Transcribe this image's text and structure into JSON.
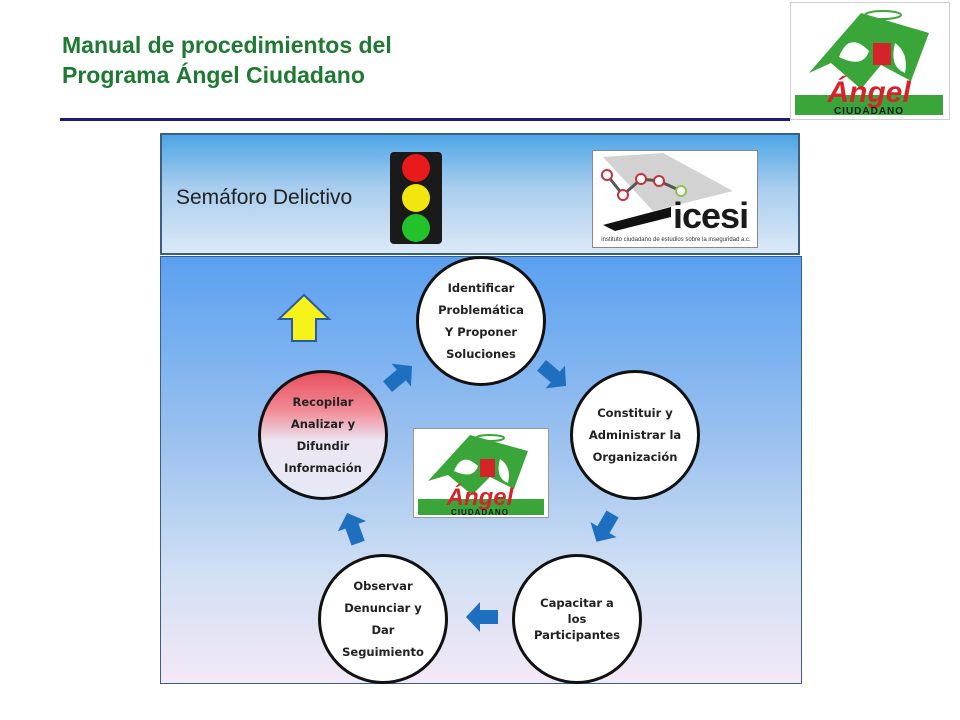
{
  "header": {
    "title_line1": "Manual de procedimientos del",
    "title_line2": "Programa Ángel Ciudadano"
  },
  "logo": {
    "brand_word": "Ángel",
    "brand_sub": "CIUDADANO"
  },
  "banner": {
    "label": "Semáforo Delictivo",
    "icesi_word": "icesi",
    "icesi_subtitle": "instituto ciudadano de estudios sobre la inseguridad a.c."
  },
  "cycle": {
    "nodes": [
      {
        "lines": [
          "Identificar",
          "Problemática",
          "Y Proponer",
          "Soluciones"
        ]
      },
      {
        "lines": [
          "Constituir y",
          "Administrar la",
          "Organización"
        ]
      },
      {
        "lines": [
          "Capacitar a",
          "los",
          "Participantes"
        ]
      },
      {
        "lines": [
          "Observar",
          "Denunciar y",
          "Dar",
          "Seguimiento"
        ]
      },
      {
        "lines": [
          "Recopilar",
          "Analizar y",
          "Difundir",
          "Información"
        ]
      }
    ]
  },
  "colors": {
    "title_green": "#1e7a32",
    "arrow_blue": "#1e6fc0",
    "up_arrow_yellow": "#f6f21a",
    "highlight_red": "#e8505e",
    "logo_green": "#3aa63a"
  },
  "icons": {
    "traffic_light": "traffic-light-icon",
    "up_arrow": "up-arrow-icon",
    "cycle_arrow": "curved-arrow-icon"
  }
}
